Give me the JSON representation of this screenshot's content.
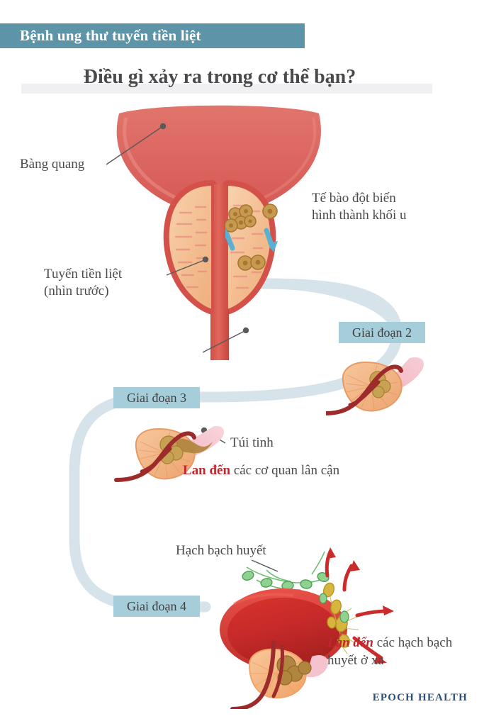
{
  "header": {
    "eyebrow": "Bệnh ung thư tuyến tiền liệt",
    "title": "Điều gì xảy ra trong cơ thể bạn?",
    "bar_color": "#5d94a8",
    "title_color": "#4a4a4a"
  },
  "labels": {
    "bladder": "Bàng quang",
    "prostate": "Tuyến tiền liệt\n(nhìn trước)",
    "tumor": "Tế bào đột biến\nhình thành khối u",
    "seminal_vesicle": "Túi tinh",
    "lymph_nodes": "Hạch bạch huyết"
  },
  "stages": {
    "stage2": {
      "badge": "Giai đoạn 2"
    },
    "stage3": {
      "badge": "Giai đoạn 3",
      "spread_highlight": "Lan đến",
      "spread_rest": " các cơ quan lân cận"
    },
    "stage4": {
      "badge": "Giai đoạn 4",
      "spread_highlight": "Lan đến",
      "spread_rest": " các hạch bạch huyết ở xa"
    }
  },
  "colors": {
    "badge_bg": "#a6cdda",
    "ribbon": "#d7e3ea",
    "highlight_red": "#c1272d",
    "bladder_red": "#d9534f",
    "prostate_tan": "#f2b98a",
    "tumor_brown": "#b08040",
    "arrow_blue": "#5bafd0",
    "lymph_green": "#68bb6a",
    "lymph_gold": "#d8b53c",
    "spread_arrow_red": "#cc2b2b",
    "leader_gray": "#5a5a5a"
  },
  "footer": {
    "logo": "EPOCH HEALTH",
    "logo_color": "#2c5078"
  }
}
